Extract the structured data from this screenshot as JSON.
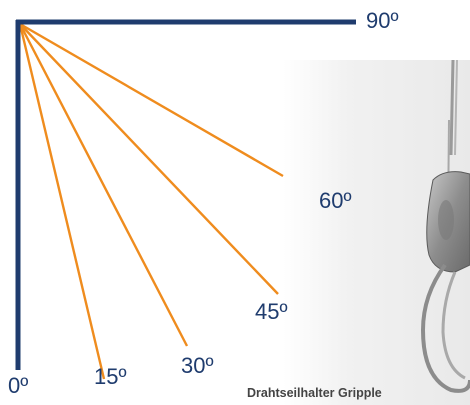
{
  "diagram": {
    "axis_color": "#1f3c6e",
    "ray_color": "#ef8c1e",
    "label_color": "#1f3c6e",
    "angle_labels": {
      "deg0": "0º",
      "deg15": "15º",
      "deg30": "30º",
      "deg45": "45º",
      "deg60": "60º",
      "deg90": "90º"
    }
  },
  "product_photo": {
    "caption": "Drahtseilhalter Gripple",
    "caption_color": "#444444",
    "icon": "wire-rope-gripper-photo"
  }
}
